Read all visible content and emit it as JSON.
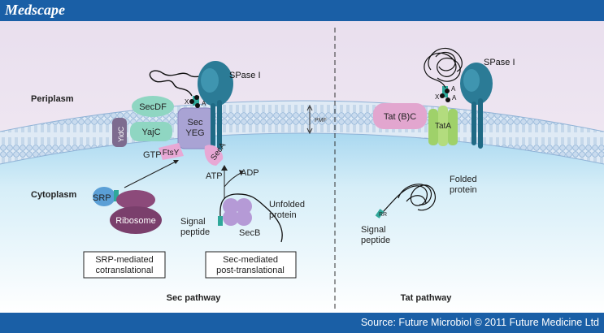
{
  "header": {
    "brand": "Medscape"
  },
  "footer": {
    "source": "Source: Future Microbiol © 2011 Future Medicine Ltd"
  },
  "regions": {
    "periplasm": "Periplasm",
    "cytoplasm": "Cytoplasm"
  },
  "sec": {
    "pmf": "PMF",
    "spase": "SPase I",
    "secdf": "SecDF",
    "yajc": "YajC",
    "yidc": "YidC",
    "secyeg_line1": "Sec",
    "secyeg_line2": "YEG",
    "ftsy": "FtsY",
    "gtp": "GTP",
    "seca": "SecA",
    "atp": "ATP",
    "adp": "ADP",
    "srp": "SRP",
    "ribosome": "Ribosome",
    "secb": "SecB",
    "signal_line1": "Signal",
    "signal_line2": "peptide",
    "unfolded_line1": "Unfolded",
    "unfolded_line2": "protein",
    "box1_line1": "SRP-mediated",
    "box1_line2": "cotranslational",
    "box2_line1": "Sec-mediated",
    "box2_line2": "post-translational",
    "pathway": "Sec pathway",
    "axa": [
      "A",
      "X",
      "A"
    ]
  },
  "tat": {
    "spase": "SPase I",
    "tatbc": "Tat (B)C",
    "tata": "TatA",
    "folded_line1": "Folded",
    "folded_line2": "protein",
    "signal_line1": "Signal",
    "signal_line2": "peptide",
    "rr": "RR",
    "pathway": "Tat pathway",
    "axa": [
      "A",
      "X",
      "A"
    ]
  },
  "colors": {
    "header": "#1a5fa6",
    "periplasm": "#efe6f0",
    "cytoplasm": "#bfe3f3",
    "membrane": "#a8c8e6"
  }
}
